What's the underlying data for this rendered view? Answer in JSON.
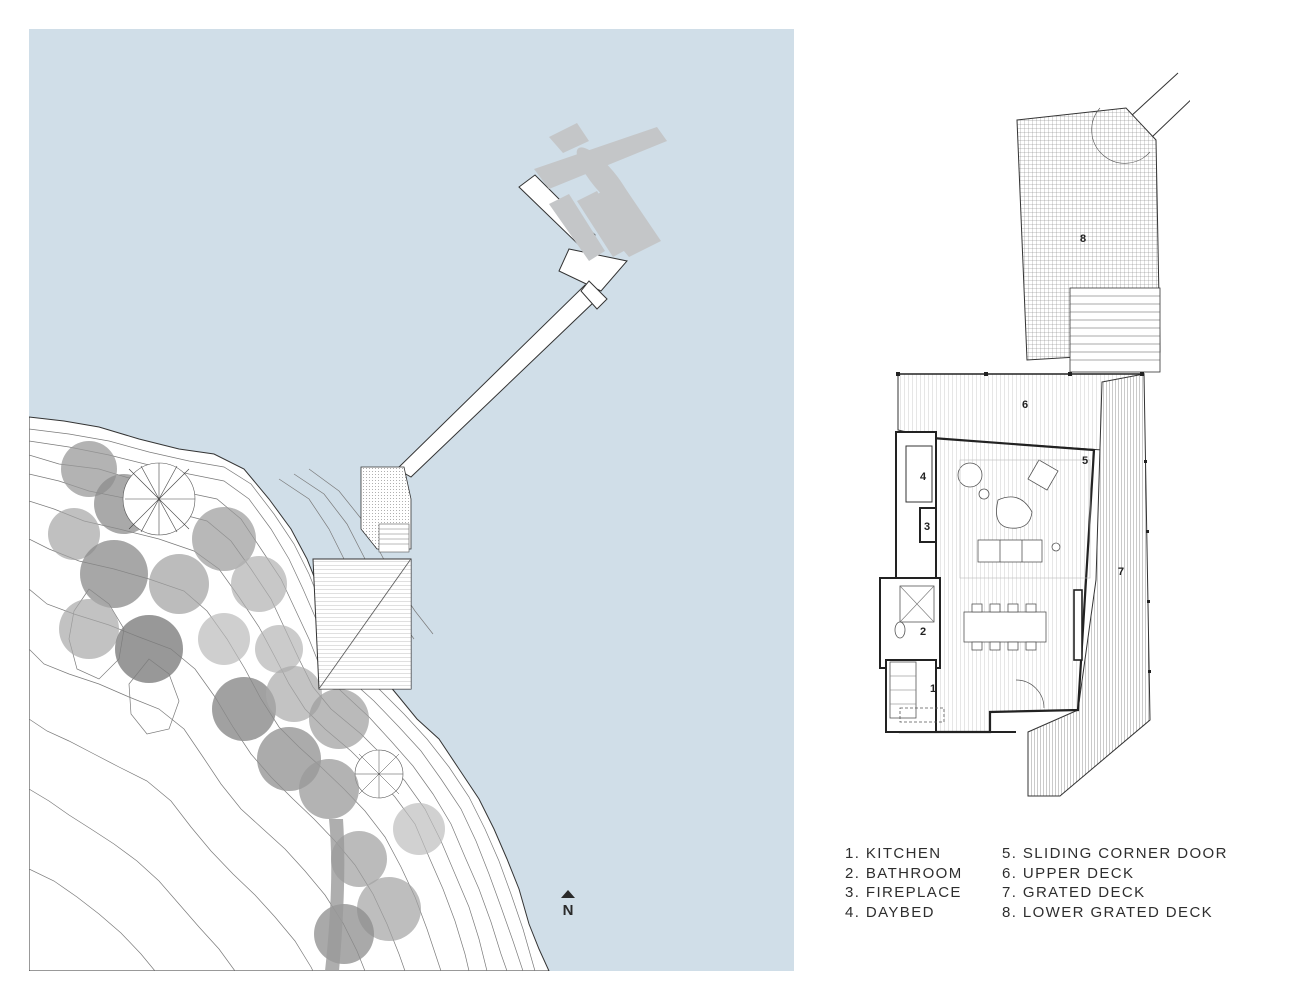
{
  "north_label": "N",
  "colors": {
    "water": "#d0dee8",
    "tree": "#9a9a9a",
    "line": "#333333"
  },
  "room_numbers": [
    "1",
    "2",
    "3",
    "4",
    "5",
    "6",
    "7",
    "8"
  ],
  "legend": {
    "left": [
      "1. KITCHEN",
      "2. BATHROOM",
      "3. FIREPLACE",
      "4. DAYBED"
    ],
    "right": [
      "5. SLIDING CORNER DOOR",
      "6. UPPER DECK",
      "7. GRATED DECK",
      "8. LOWER GRATED DECK"
    ]
  }
}
